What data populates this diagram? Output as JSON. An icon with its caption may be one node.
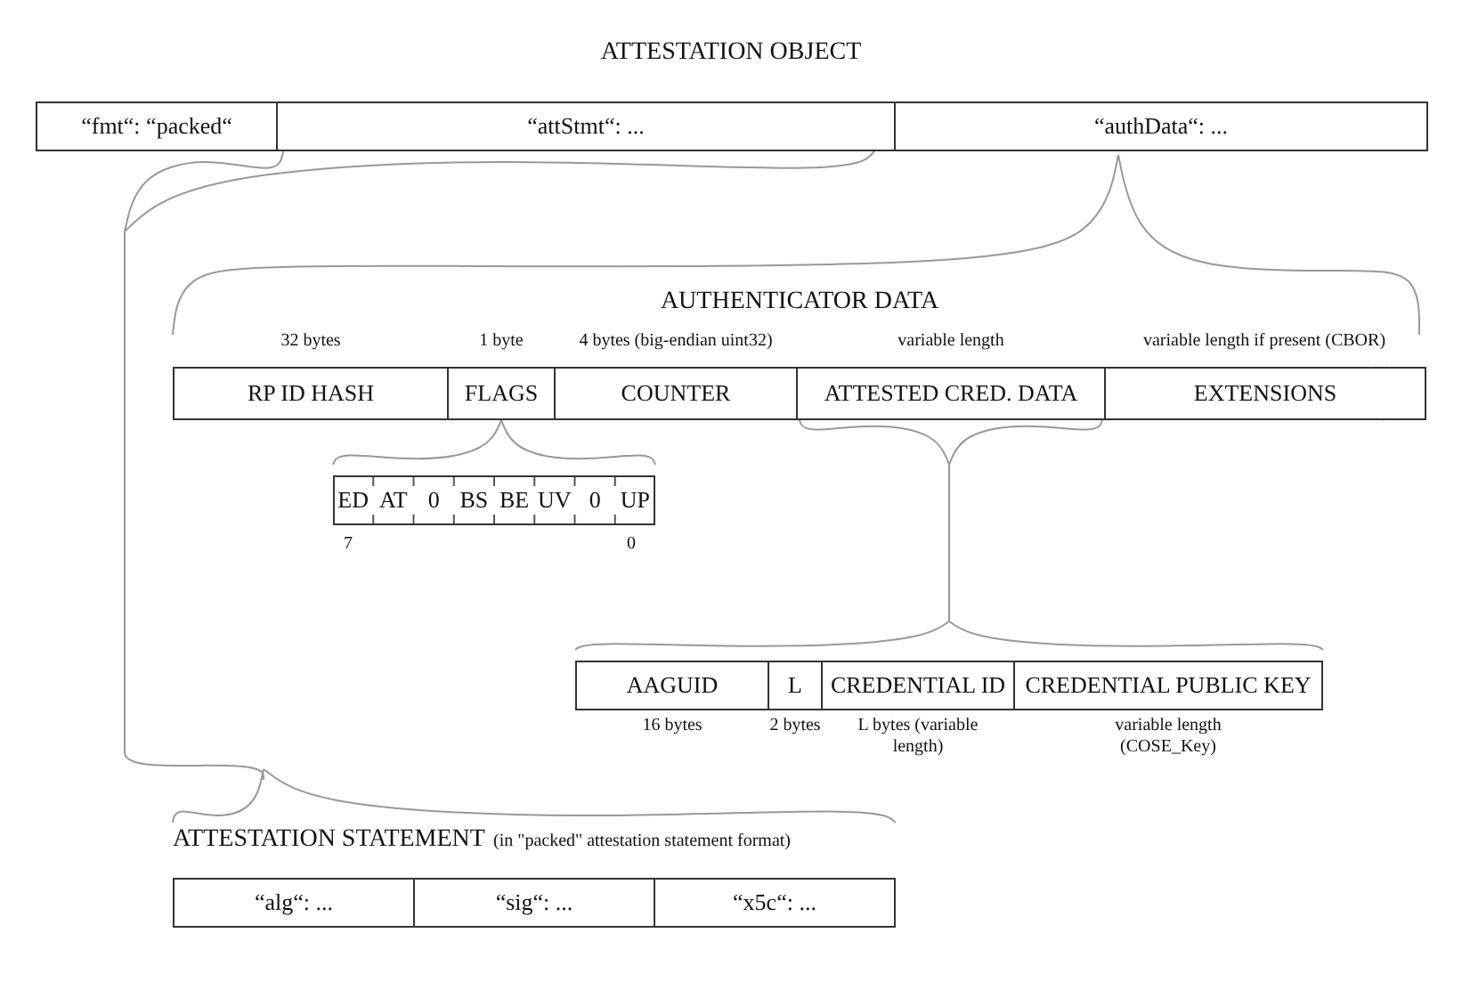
{
  "diagram": {
    "title": "ATTESTATION OBJECT",
    "nodes": [
      {
        "text": [
          "“fmt“: “packed“"
        ]
      },
      {
        "text": [
          "“attStmt“: ..."
        ]
      },
      {
        "text": [
          "“authData“: ..."
        ]
      },
      {
        "text": [
          "AUTHENTICATOR DATA"
        ]
      },
      {
        "text": [
          "RP ID HASH"
        ],
        "in": 3,
        "beside": [
          "32 bytes"
        ]
      },
      {
        "text": [
          "FLAGS"
        ],
        "in": 3,
        "beside": [
          "1 byte"
        ]
      },
      {
        "text": [
          "COUNTER"
        ],
        "in": 3,
        "beside": [
          "4 bytes (big-endian uint32)"
        ]
      },
      {
        "text": [
          "ATTESTED CRED. DATA"
        ],
        "in": 3,
        "beside": [
          "variable length"
        ]
      },
      {
        "text": [
          "EXTENSIONS"
        ],
        "in": 3,
        "beside": [
          "variable length if present (CBOR)"
        ]
      },
      {
        "text": [],
        "shape": "box"
      },
      {
        "text": [
          "ED"
        ],
        "in": 9
      },
      {
        "text": [
          "AT"
        ],
        "in": 9
      },
      {
        "text": [
          "0"
        ],
        "in": 9
      },
      {
        "text": [
          "BS"
        ],
        "in": 9
      },
      {
        "text": [
          "BE"
        ],
        "in": 9
      },
      {
        "text": [
          "UV"
        ],
        "in": 9
      },
      {
        "text": [
          "0"
        ],
        "in": 9
      },
      {
        "text": [
          "UP"
        ],
        "in": 9
      },
      {
        "text": [],
        "shape": "box"
      },
      {
        "text": [
          "AAGUID"
        ],
        "in": 18,
        "beside": [
          "16 bytes"
        ]
      },
      {
        "text": [
          "L"
        ],
        "in": 18,
        "beside": [
          "2 bytes"
        ]
      },
      {
        "text": [
          "CREDENTIAL ID"
        ],
        "in": 18,
        "beside": [
          "L bytes (variable length)"
        ]
      },
      {
        "text": [
          "CREDENTIAL PUBLIC KEY"
        ],
        "in": 18,
        "beside": [
          "variable length (COSE_Key)"
        ]
      },
      {
        "text": [
          "ATTESTATION STATEMENT"
        ],
        "beside": [
          "(in \"packed\" attestation statement format)"
        ]
      },
      {
        "text": [
          "“alg“: ..."
        ],
        "in": 23
      },
      {
        "text": [
          "“sig“: ..."
        ],
        "in": 23
      },
      {
        "text": [
          "“x5c“: ..."
        ],
        "in": 23
      }
    ],
    "edges": [
      {
        "from": 2,
        "to": 3,
        "arrow": "none"
      },
      {
        "from": 5,
        "to": 9,
        "arrow": "none"
      },
      {
        "from": 7,
        "to": 18,
        "arrow": "none"
      },
      {
        "from": 1,
        "to": 23,
        "arrow": "none"
      }
    ],
    "labels": [
      "7",
      "0"
    ]
  }
}
